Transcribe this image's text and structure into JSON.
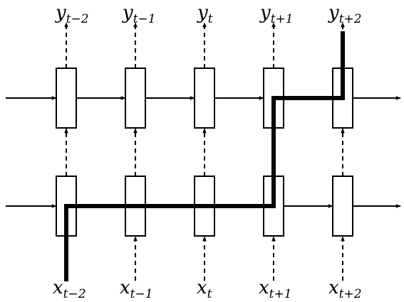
{
  "diagram": {
    "colors": {
      "stroke": "#000000",
      "box_fill": "#ffffff",
      "path": "#000000"
    },
    "outputs": [
      {
        "var": "y",
        "sub": "t−2"
      },
      {
        "var": "y",
        "sub": "t−1"
      },
      {
        "var": "y",
        "sub": "t"
      },
      {
        "var": "y",
        "sub": "t+1"
      },
      {
        "var": "y",
        "sub": "t+2"
      }
    ],
    "inputs": [
      {
        "var": "x",
        "sub": "t−2"
      },
      {
        "var": "x",
        "sub": "t−1"
      },
      {
        "var": "x",
        "sub": "t"
      },
      {
        "var": "x",
        "sub": "t+1"
      },
      {
        "var": "x",
        "sub": "t+2"
      }
    ]
  }
}
